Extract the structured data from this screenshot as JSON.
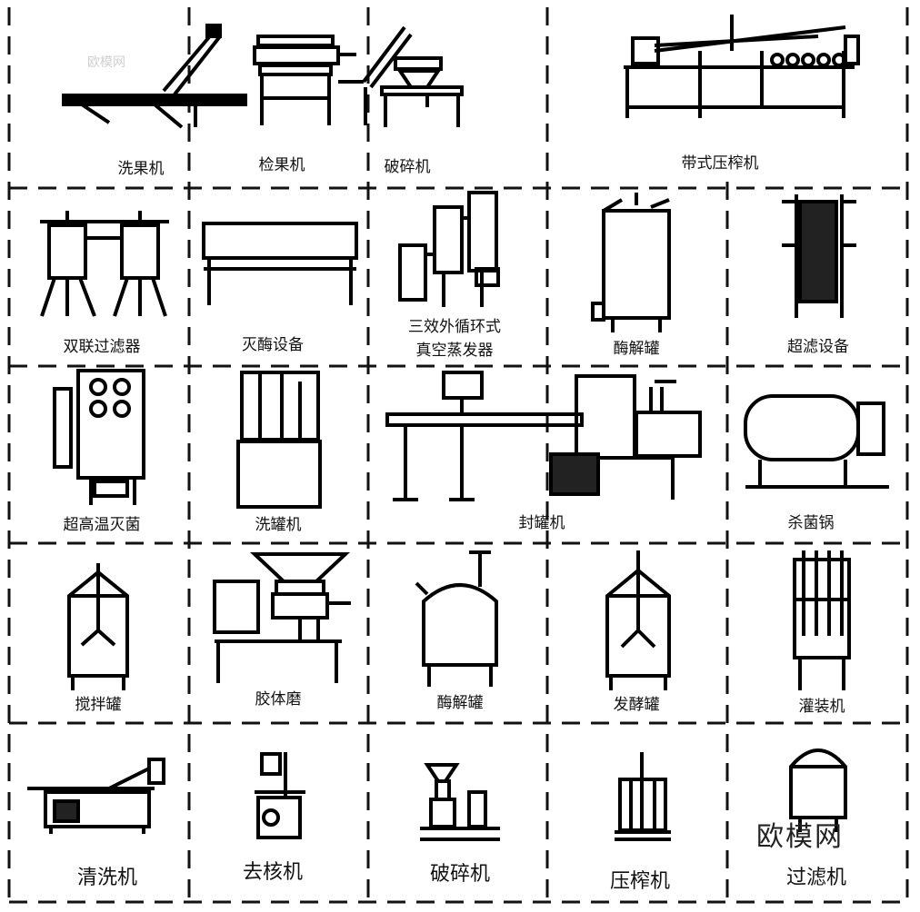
{
  "labels": {
    "xiguoji": "洗果机",
    "jianguoji": "检果机",
    "posuiji_top": "破碎机",
    "daishi": "带式压榨机",
    "shuanglian": "双联过滤器",
    "mieme": "灭酶设备",
    "sanxiao_1": "三效外循环式",
    "sanxiao_2": "真空蒸发器",
    "meijie_1": "酶解罐",
    "chaolv": "超滤设备",
    "chaogaowen": "超高温灭菌",
    "xiguanji": "洗罐机",
    "fengguanji": "封罐机",
    "shajunguo": "杀菌锅",
    "jiaobanguan": "搅拌罐",
    "jiaotimo": "胶体磨",
    "meijie_2": "酶解罐",
    "fajiaoguan": "发酵罐",
    "guanzhuangji": "灌装机",
    "qingxiji": "清洗机",
    "quheji": "去核机",
    "posuiji_bottom": "破碎机",
    "yazhaji": "压榨机",
    "guolvji": "过滤机"
  },
  "watermark": {
    "brand": "欧模网",
    "faint": "欧模网"
  }
}
